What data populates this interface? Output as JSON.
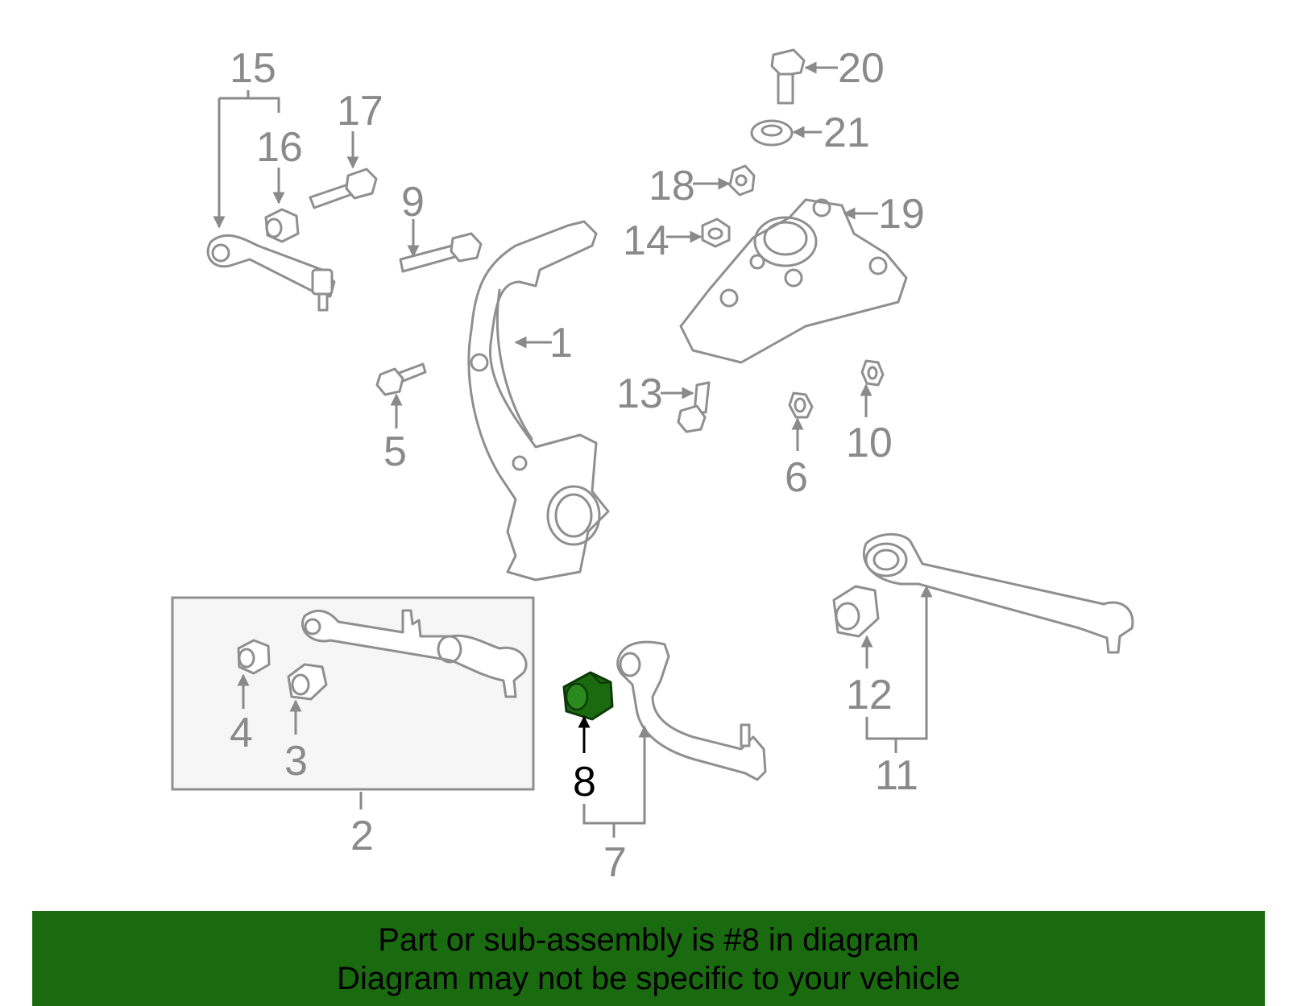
{
  "diagram": {
    "highlight_color": "#1a6b10",
    "part_color": "#8f8f8f",
    "callouts": [
      {
        "id": "c15",
        "label": "15"
      },
      {
        "id": "c16",
        "label": "16"
      },
      {
        "id": "c17",
        "label": "17"
      },
      {
        "id": "c9",
        "label": "9"
      },
      {
        "id": "c1",
        "label": "1"
      },
      {
        "id": "c5",
        "label": "5"
      },
      {
        "id": "c20",
        "label": "20"
      },
      {
        "id": "c21",
        "label": "21"
      },
      {
        "id": "c18",
        "label": "18"
      },
      {
        "id": "c19",
        "label": "19"
      },
      {
        "id": "c14",
        "label": "14"
      },
      {
        "id": "c13",
        "label": "13"
      },
      {
        "id": "c6",
        "label": "6"
      },
      {
        "id": "c10",
        "label": "10"
      },
      {
        "id": "c4",
        "label": "4"
      },
      {
        "id": "c3",
        "label": "3"
      },
      {
        "id": "c2",
        "label": "2"
      },
      {
        "id": "c8",
        "label": "8",
        "highlighted": true
      },
      {
        "id": "c7",
        "label": "7"
      },
      {
        "id": "c12",
        "label": "12"
      },
      {
        "id": "c11",
        "label": "11"
      }
    ]
  },
  "banner": {
    "background": "#1a6b10",
    "line1": "Part or sub-assembly is #8 in diagram",
    "line2": "Diagram may not be specific to your vehicle"
  }
}
